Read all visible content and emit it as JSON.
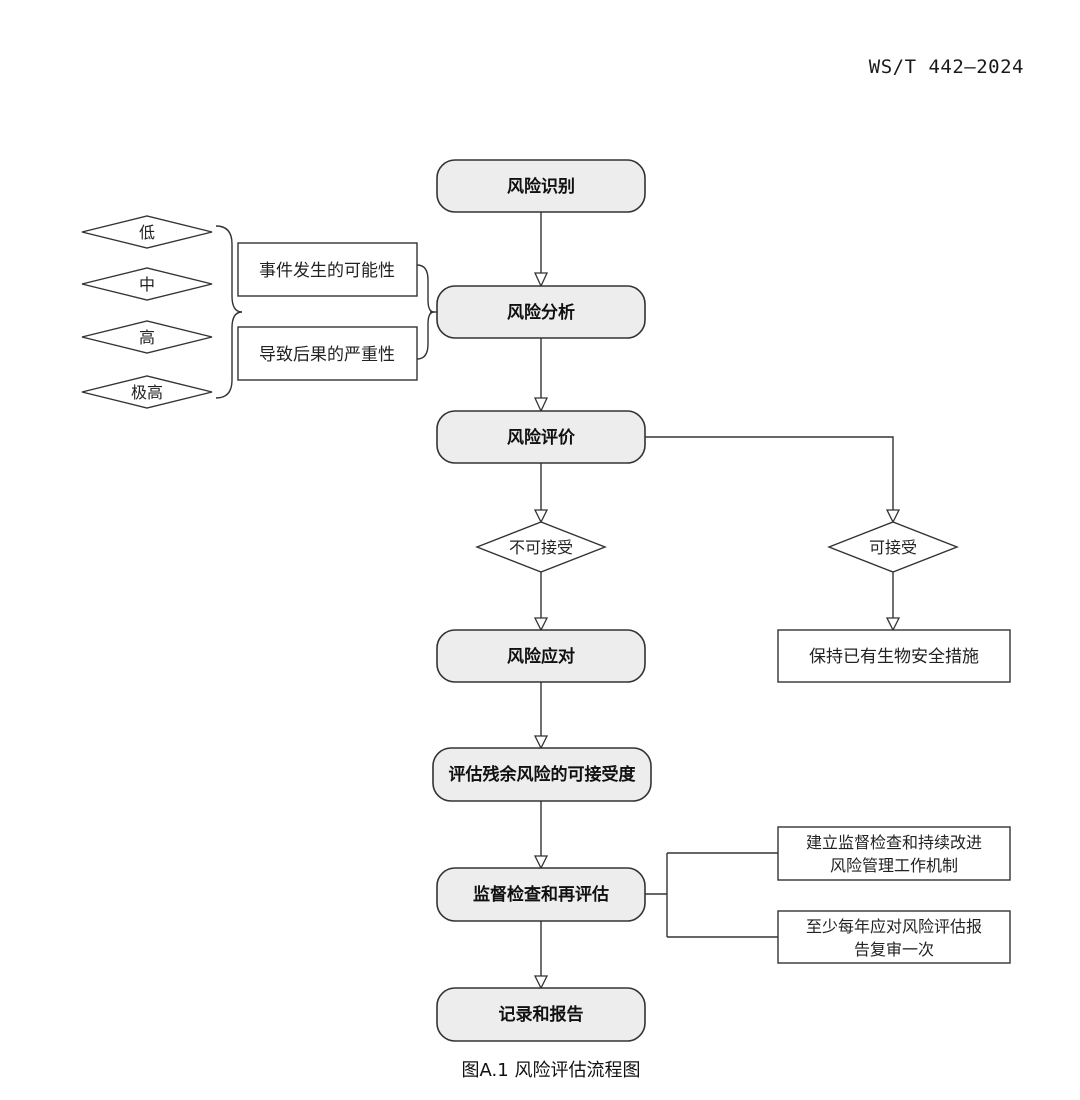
{
  "document": {
    "standard_code": "WS/T 442—2024",
    "figure_caption": "图A.1 风险评估流程图"
  },
  "flow": {
    "risk_identification": "风险识别",
    "risk_analysis": "风险分析",
    "risk_evaluation": "风险评价",
    "risk_response": "风险应对",
    "residual_risk_acceptability": "评估残余风险的可接受度",
    "supervision_reevaluation": "监督检查和再评估",
    "record_report": "记录和报告"
  },
  "analysis_factors": {
    "likelihood": "事件发生的可能性",
    "severity": "导致后果的严重性"
  },
  "risk_levels": [
    "低",
    "中",
    "高",
    "极高"
  ],
  "decisions": {
    "unacceptable": "不可接受",
    "acceptable": "可接受"
  },
  "actions": {
    "maintain_measures": "保持已有生物安全措施",
    "mechanism_line1": "建立监督检查和持续改进",
    "mechanism_line2": "风险管理工作机制",
    "annual_review_line1": "至少每年应对风险评估报",
    "annual_review_line2": "告复审一次"
  }
}
